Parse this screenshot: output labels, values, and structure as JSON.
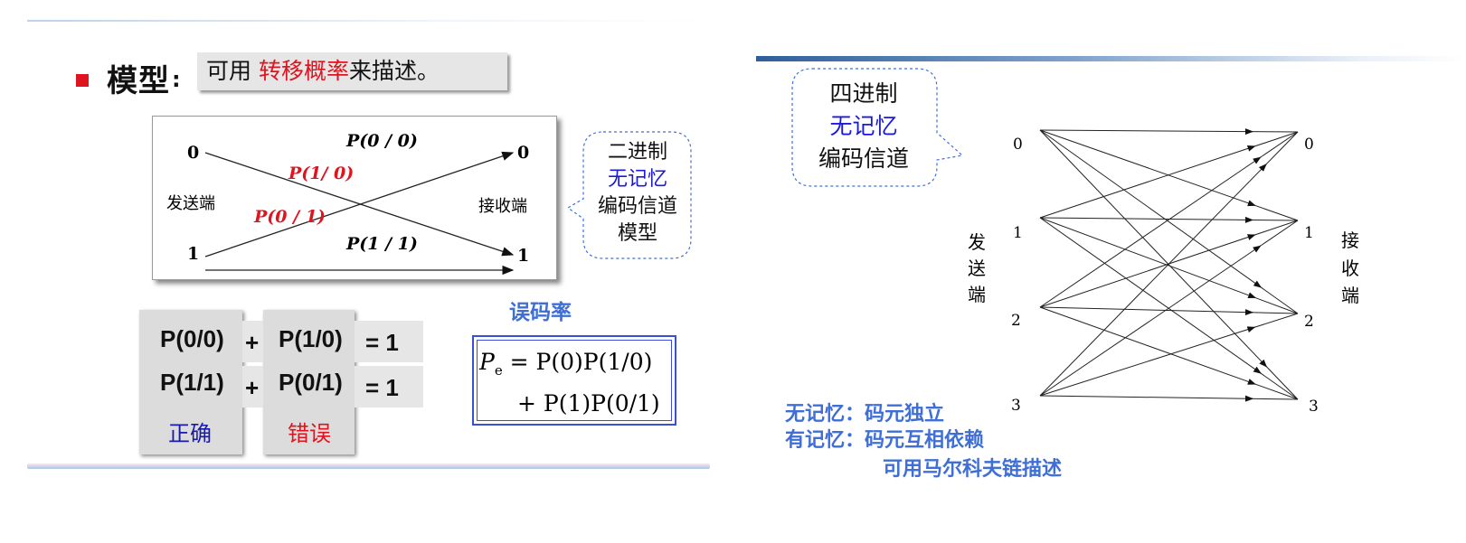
{
  "left_slide": {
    "title": "模型",
    "title_colon": ":",
    "desc_prefix": "可用",
    "desc_highlight": "转移概率",
    "desc_suffix": "来描述。",
    "diagram": {
      "input_0": "0",
      "input_1": "1",
      "output_0": "0",
      "output_1": "1",
      "sender_label": "发送端",
      "receiver_label": "接收端",
      "p00": "P(0 / 0)",
      "p10": "P(1/ 0)",
      "p01": "P(0 / 1)",
      "p11": "P(1 / 1)"
    },
    "callout": {
      "line1": "二进制",
      "line2": "无记忆",
      "line3": "编码信道",
      "line4": "模型"
    },
    "equations": {
      "row1": {
        "a": "P(0/0)",
        "plus": "+",
        "b": "P(1/0)",
        "eq": "= 1"
      },
      "row2": {
        "a": "P(1/1)",
        "plus": "+",
        "b": "P(0/1)",
        "eq": "= 1"
      },
      "correct_label": "正确",
      "error_label": "错误"
    },
    "ber_title": "误码率",
    "formula": {
      "line1": "P_e = P(0)P(1/0)",
      "line2": "+ P(1)P(0/1)"
    }
  },
  "right_slide": {
    "callout": {
      "line1": "四进制",
      "line2": "无记忆",
      "line3": "编码信道"
    },
    "inputs": [
      "0",
      "1",
      "2",
      "3"
    ],
    "outputs": [
      "0",
      "1",
      "2",
      "3"
    ],
    "sender_label": [
      "发",
      "送",
      "端"
    ],
    "receiver_label": [
      "接",
      "收",
      "端"
    ],
    "notes": {
      "line1": "无记忆：码元独立",
      "line2": "有记忆：码元互相依赖",
      "line3": "可用马尔科夫链描述"
    }
  },
  "colors": {
    "red": "#e0141e",
    "blue": "#1a1adb",
    "note_blue": "#3f6fd6",
    "formula_border": "#3a4fd6"
  }
}
